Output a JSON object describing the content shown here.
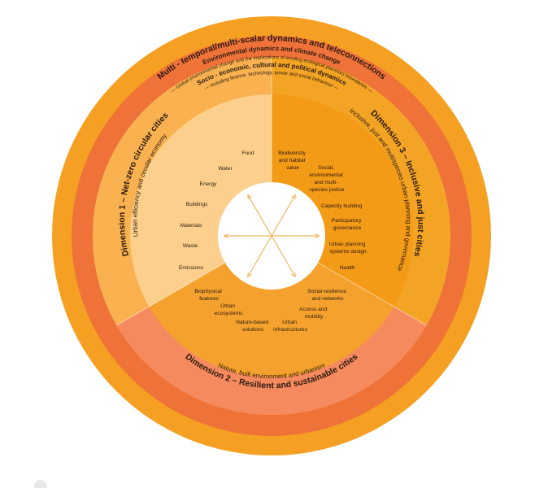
{
  "rings": {
    "outer_title": "Multi - temporal/multi-scalar dynamics and teleconnections",
    "env_title": "Environmental dynamics and climate change",
    "env_subtitle": "— Global environmental change and the implications of eroding ecological planetary boundaries —",
    "socio_title": "Socio - economic, cultural and political dynamics",
    "socio_subtitle": "— Including finance, technology, power and social behaviour —"
  },
  "dimensions": {
    "d1_title": "Dimension 1 – Net-zero circular cities",
    "d1_subtitle": "Urban efficiency and circular economy",
    "d2_title": "Dimension 2 – Resilient and sustainable cities",
    "d2_subtitle": "Nature, built environment and urbanism",
    "d3_title": "Dimension 3 – Inclusive and just cities",
    "d3_subtitle": "Inclusive, just and multispecies urban planning and governance"
  },
  "items": {
    "food": "Food",
    "water": "Water",
    "energy": "Energy",
    "buildings": "Buildings",
    "materials": "Materials",
    "waste": "Waste",
    "emissions": "Emissions",
    "biodiversity": [
      "Biodiversity",
      "and habitat",
      "value"
    ],
    "social_justice": [
      "Social,",
      "environmental",
      "and multi-",
      "species justice"
    ],
    "capacity": "Capacity building",
    "participatory": [
      "Participatory",
      "governance"
    ],
    "urban_planning": [
      "Urban planning",
      "systems design"
    ],
    "health": "Health",
    "biophysical": [
      "Biophysical",
      "features"
    ],
    "ecosystems": [
      "Urban",
      "ecosystems"
    ],
    "nbs": [
      "Nature-based",
      "solutions"
    ],
    "infrastructures": [
      "Urban",
      "infrastructures"
    ],
    "access": [
      "Access and",
      "mobility"
    ],
    "social_resilience": [
      "Social resilience",
      "and networks"
    ]
  },
  "colors": {
    "outer": "#f5a023",
    "env_band": "#ef7239",
    "d1_band": "#f9b24f",
    "d3_band": "#f4a424",
    "d2_band": "#f58a5e",
    "d1_inner": "#fcd08c",
    "d3_inner": "#f39a16",
    "d2_inner": "#f4a22d",
    "center": "#ffffff",
    "arrows": "#f2b35a"
  }
}
